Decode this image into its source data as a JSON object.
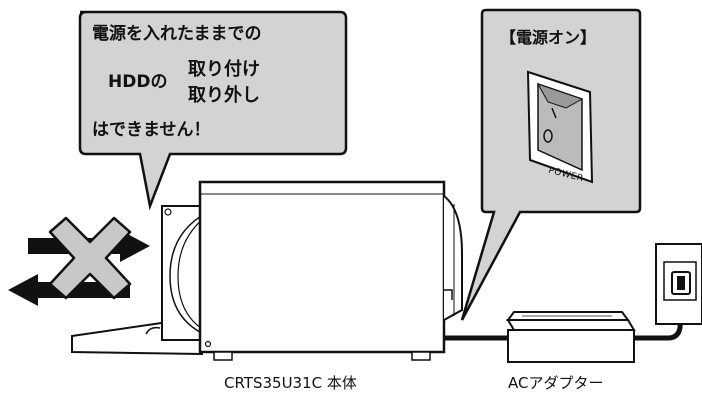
{
  "warning_bubble": {
    "line1": "電源を入れたままでの",
    "hdd": "HDDの",
    "attach": "取り付け",
    "remove": "取り外し",
    "line4": "はできません！"
  },
  "power_bubble": {
    "title": "【電源オン】",
    "switch_label": "POWER"
  },
  "labels": {
    "device": "CRTS35U31C 本体",
    "adapter": "ACアダプター"
  },
  "colors": {
    "bubble_fill": "#d3d3d3",
    "stroke": "#111111",
    "cross_fill": "#c8c8c8"
  }
}
